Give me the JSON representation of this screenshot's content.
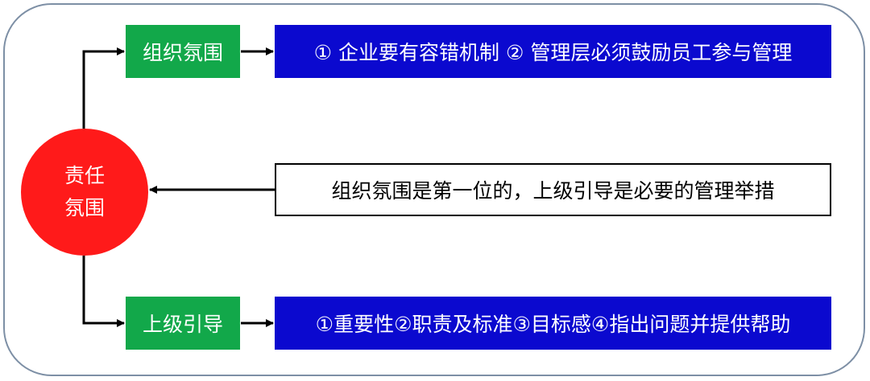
{
  "center_node": {
    "label": "责任氛围"
  },
  "top_branch": {
    "label": "组织氛围",
    "detail": "① 企业要有容错机制 ② 管理层必须鼓励员工参与管理"
  },
  "middle_note": {
    "text": "组织氛围是第一位的，上级引导是必要的管理举措"
  },
  "bottom_branch": {
    "label": "上级引导",
    "detail": "①重要性②职责及标准③目标感④指出问题并提供帮助"
  },
  "colors": {
    "frame_border": "#7d8fa5",
    "circle_fill": "#ff1a1a",
    "green_fill": "#12a84a",
    "blue_fill": "#0b09cf",
    "line": "#000000"
  }
}
